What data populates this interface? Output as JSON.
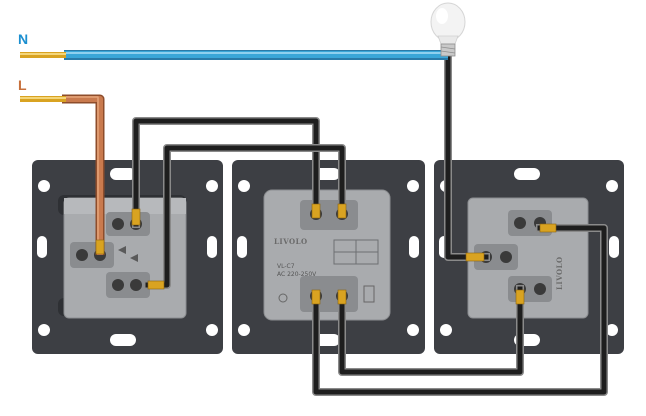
{
  "labels": {
    "neutral": "N",
    "live": "L"
  },
  "middle_switch": {
    "brand": "LIVOLO",
    "rating": "VL-C7",
    "spec": "AC 220-250V"
  },
  "right_switch": {
    "brand": "LIVOLO"
  },
  "colors": {
    "neutral_wire": "#3aa6d8",
    "live_wire": "#c97a4e",
    "jumper_wire": "#1e1e1e",
    "frame": "#3d3f44",
    "module": "#a9abae",
    "terminal": "#d9a321",
    "label_n": "#1b8fd0",
    "label_l": "#c7703c"
  }
}
